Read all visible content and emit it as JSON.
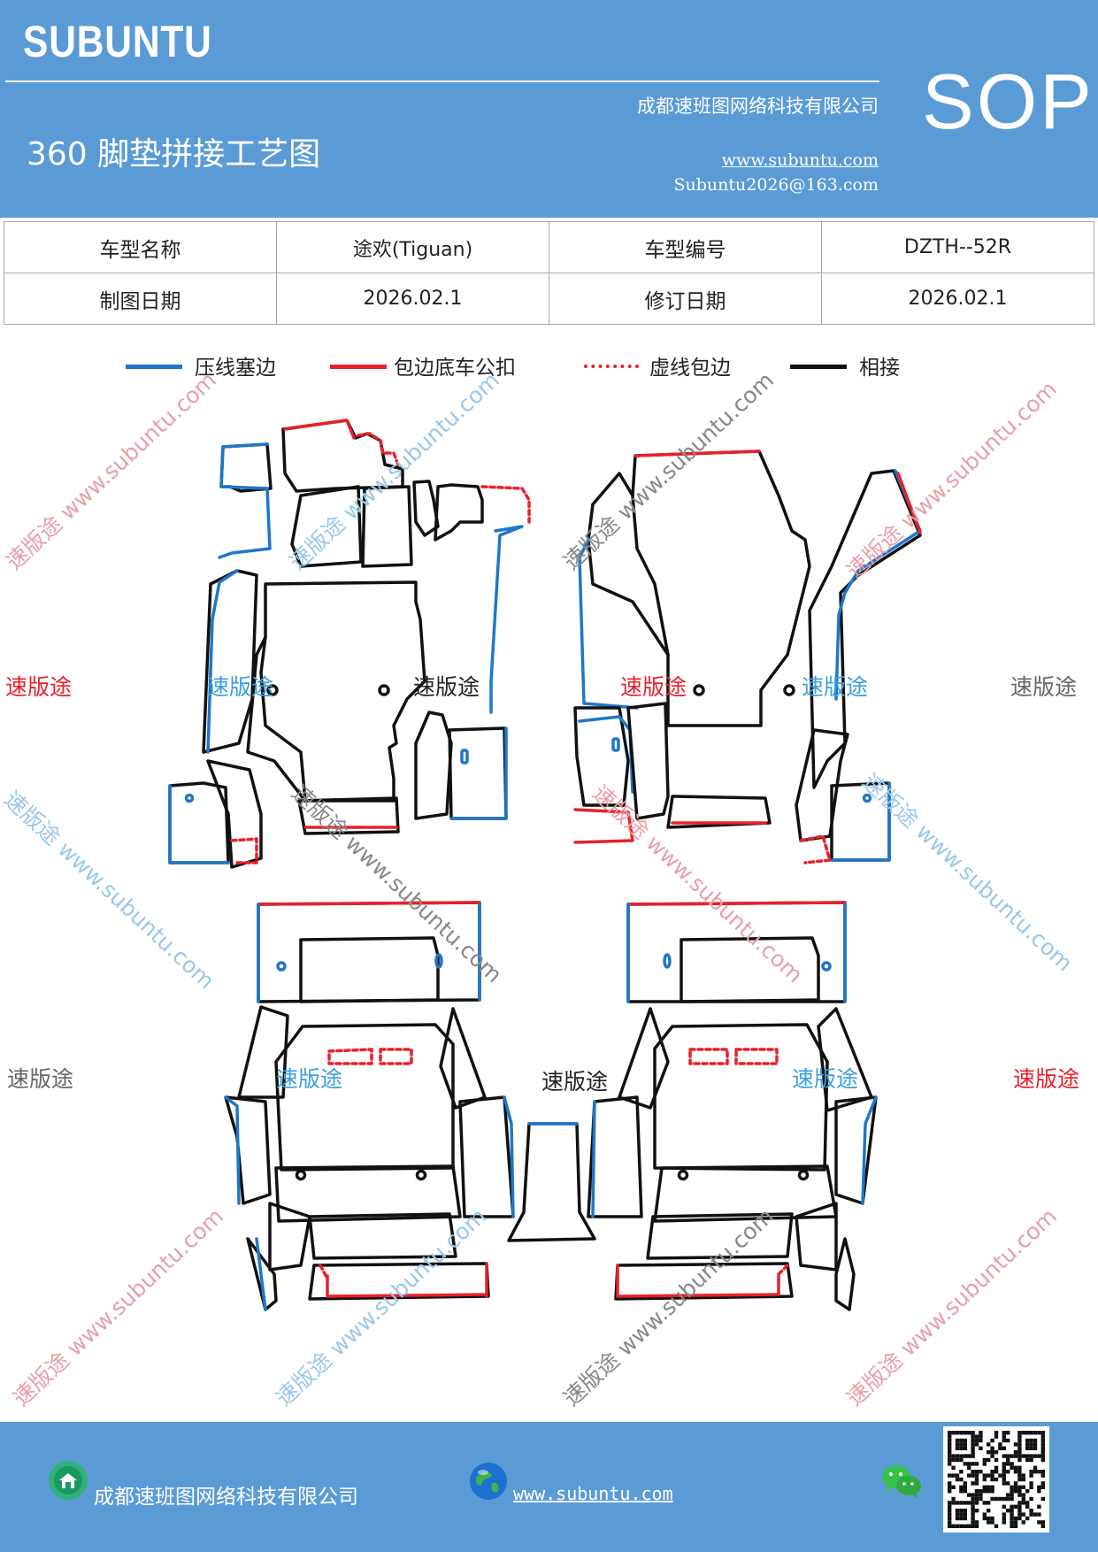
{
  "header": {
    "brand": "SUBUNTU",
    "title": "360 脚垫拼接工艺图",
    "company": "成都速班图网络科技有限公司",
    "website": "www.subuntu.com",
    "email": "Subuntu2026@163.com",
    "badge": "SOP"
  },
  "info_table": {
    "rows": [
      {
        "label1": "车型名称",
        "value1": "途欢(Tiguan)",
        "label2": "车型编号",
        "value2": "DZTH--52R"
      },
      {
        "label1": "制图日期",
        "value1": "2026.02.1",
        "label2": "修订日期",
        "value2": "2026.02.1"
      }
    ]
  },
  "legend": [
    {
      "label": "压线塞边",
      "color": "#1f77c8",
      "style": "solid"
    },
    {
      "label": "包边底车公扣",
      "color": "#e8212b",
      "style": "solid"
    },
    {
      "label": "虚线包边",
      "color": "#e8212b",
      "style": "dashed"
    },
    {
      "label": "相接",
      "color": "#111111",
      "style": "solid"
    }
  ],
  "watermarks": {
    "brand_cn": "速版途",
    "diagonal": "速版途 www.subuntu.com",
    "diagonal_rev": "速版途 www.subuntu.com"
  },
  "footer": {
    "company": "成都速班图网络科技有限公司",
    "website": "www.subuntu.com"
  },
  "colors": {
    "header_bg": "#5b9bd5",
    "blue_line": "#1f77c8",
    "red_line": "#e8212b",
    "black_line": "#111111"
  },
  "icons": [
    "home-icon",
    "globe-icon",
    "wechat-icon",
    "qr-code"
  ]
}
